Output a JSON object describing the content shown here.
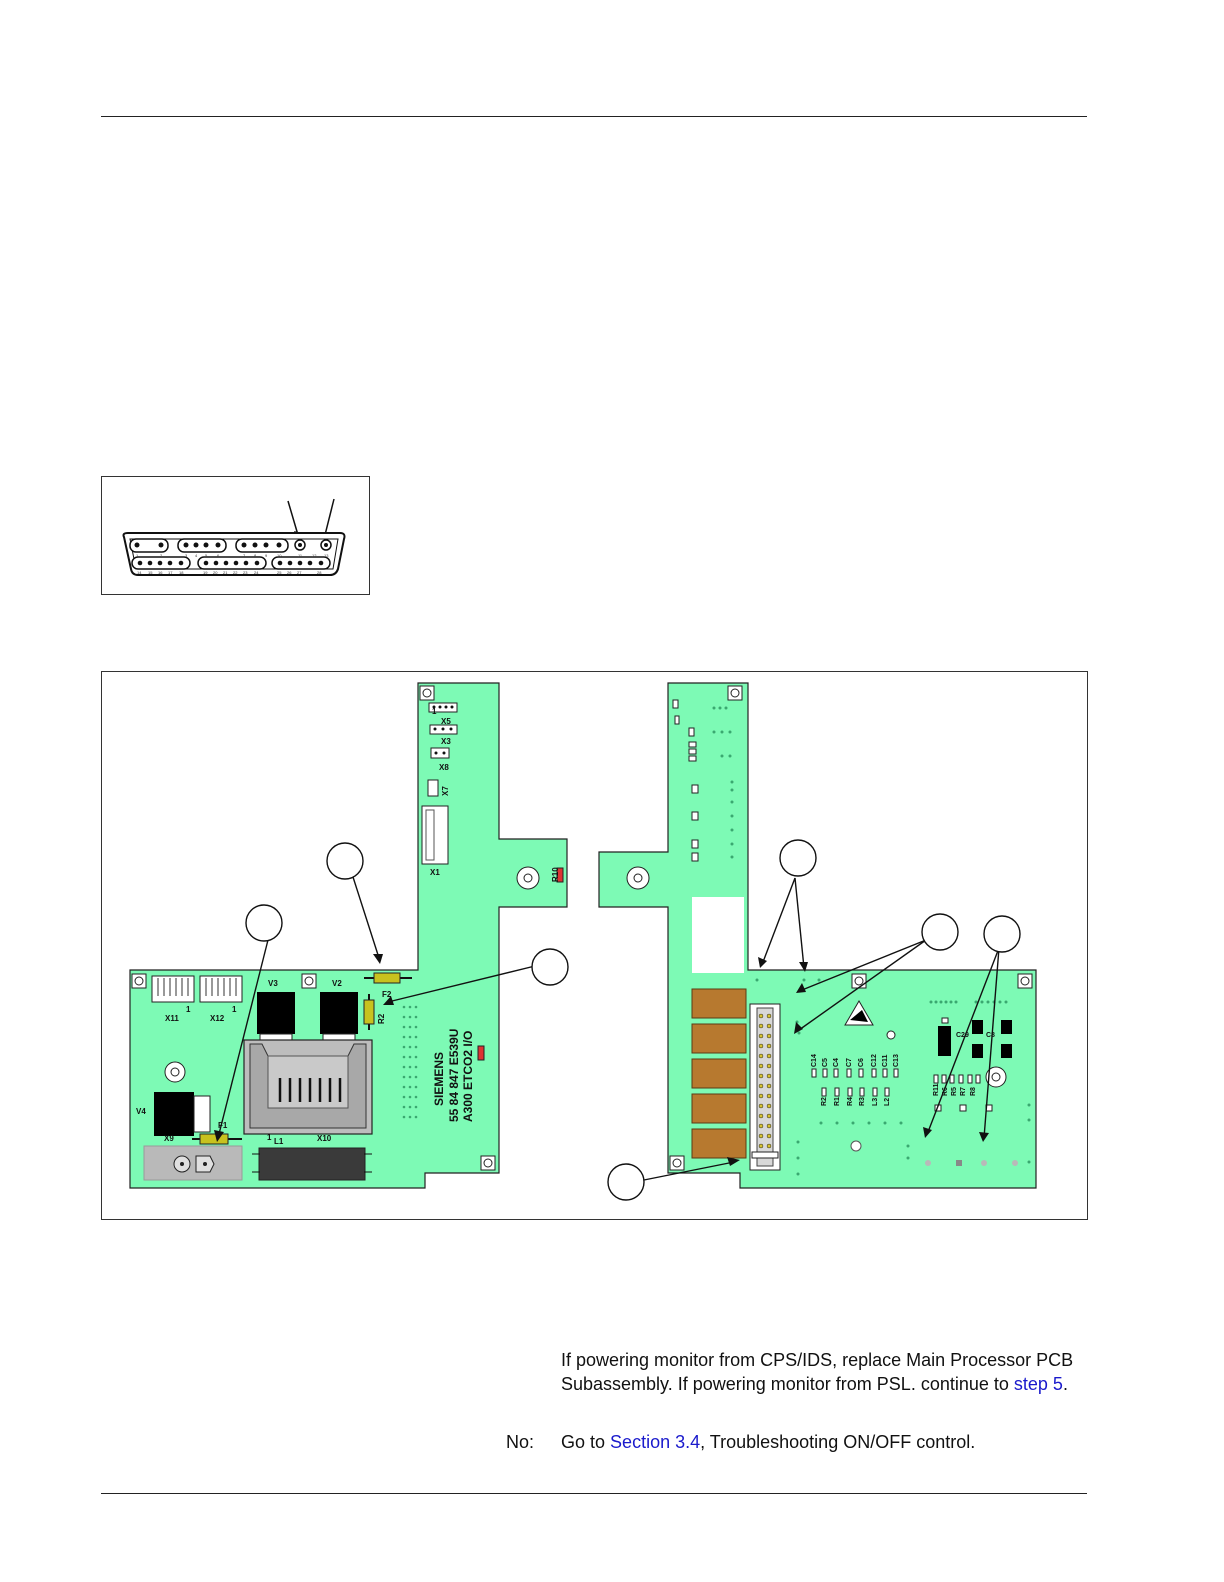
{
  "connector_figure": {
    "pin_numbers_top": [
      "1",
      "2",
      "3",
      "4",
      "5",
      "6",
      "7",
      "8",
      "9",
      "10",
      "11",
      "12",
      "13"
    ],
    "pin_numbers_bottom": [
      "14",
      "15",
      "16",
      "17",
      "18",
      "19",
      "20",
      "21",
      "22",
      "23",
      "24",
      "25",
      "26",
      "27",
      "28"
    ]
  },
  "pcb_figure": {
    "left_board": {
      "connectors": [
        "X5",
        "X3",
        "X8",
        "X7",
        "X1",
        "X11",
        "X12",
        "X9",
        "X10"
      ],
      "components": [
        "V3",
        "V2",
        "V4",
        "F2",
        "F1",
        "L1",
        "R10",
        "R2"
      ],
      "silkscreen": [
        "SIEMENS",
        "55 84 847 E539U",
        "A300 ETCO2 I/O"
      ],
      "pin1_marks": [
        "1"
      ]
    },
    "right_board": {
      "components_col": [
        "C14",
        "C5",
        "C4",
        "C7",
        "C6",
        "C12",
        "C11",
        "C13"
      ],
      "components_row": [
        "R2",
        "R1",
        "R4",
        "R3",
        "L3",
        "L2"
      ],
      "components_right": [
        "R11",
        "R6",
        "R5",
        "R7",
        "R8",
        "C29",
        "C8"
      ]
    }
  },
  "steps": {
    "yes_text": "If powering monitor from CPS/IDS, replace Main Processor PCB Subassembly. If powering monitor from PSL. continue to",
    "yes_link": "step 5",
    "yes_end": ".",
    "no_label": "No:",
    "no_text_pre": "Go to",
    "no_link": "Section 3.4",
    "no_text_post": ", Troubleshooting ON/OFF control."
  }
}
